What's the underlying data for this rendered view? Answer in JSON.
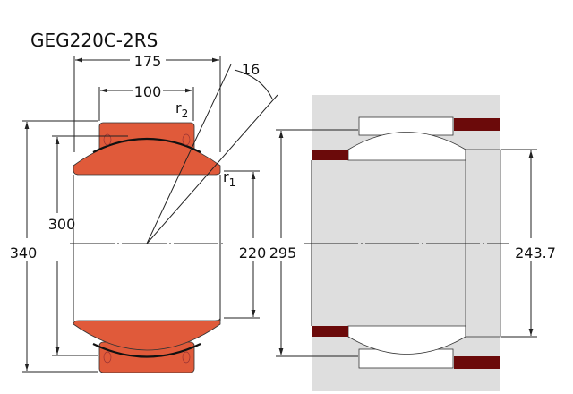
{
  "title": "GEG220C-2RS",
  "dimensions": {
    "width_inner": "175",
    "width_outer": "100",
    "outer_diameter": "340",
    "sphere_diameter": "300",
    "bore": "220",
    "housing_shoulder": "295",
    "shaft_shoulder": "243.7",
    "tilt_angle": "16",
    "r1": "r",
    "r1_sub": "1",
    "r2": "r",
    "r2_sub": "2"
  },
  "colors": {
    "bearing": "#e05a3a",
    "seal": "#6b0a0a",
    "housing": "#dedede"
  }
}
